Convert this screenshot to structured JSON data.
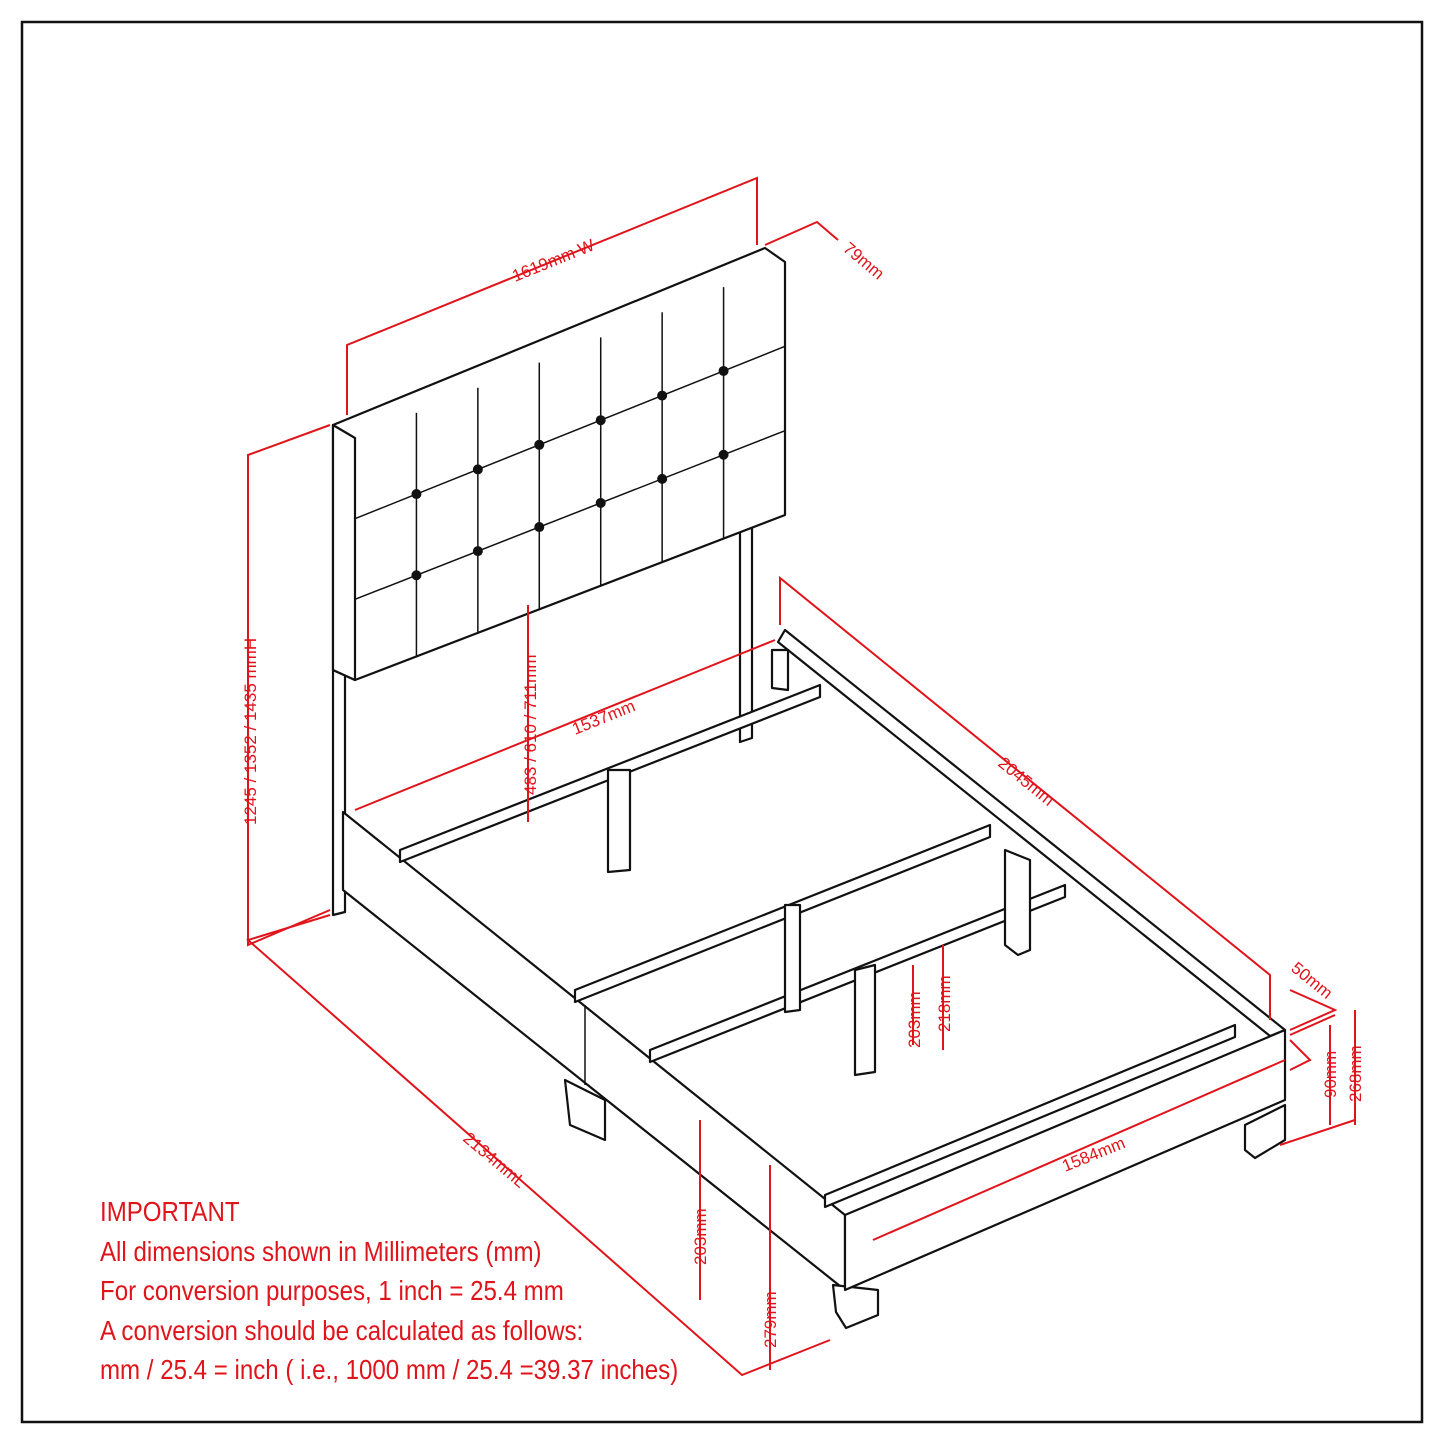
{
  "dimensions": {
    "headboard_width": "1619mm W",
    "headboard_depth": "79mm",
    "total_height": "1245 / 1352 / 1435 mmH",
    "headboard_clearance": "483 / 610 / 711mm",
    "inner_width_head": "1537mm",
    "side_rail_length": "2045mm",
    "foot_rail_depth": "50mm",
    "foot_rail_height": "90mm",
    "foot_total_height": "268mm",
    "center_leg_203": "203mm",
    "center_leg_218": "218mm",
    "inner_width_foot": "1584mm",
    "total_length": "2134mmL",
    "side_leg_203": "203mm",
    "side_height_279": "279mm"
  },
  "notes": {
    "title": "IMPORTANT",
    "line1": "All dimensions shown in Millimeters (mm)",
    "line2": "For conversion purposes, 1 inch = 25.4 mm",
    "line3": "A conversion should be calculated as follows:",
    "line4": "mm / 25.4 = inch ( i.e., 1000 mm / 25.4 =39.37 inches)"
  },
  "colors": {
    "dimension": "#e0141b",
    "outline": "#111111"
  }
}
